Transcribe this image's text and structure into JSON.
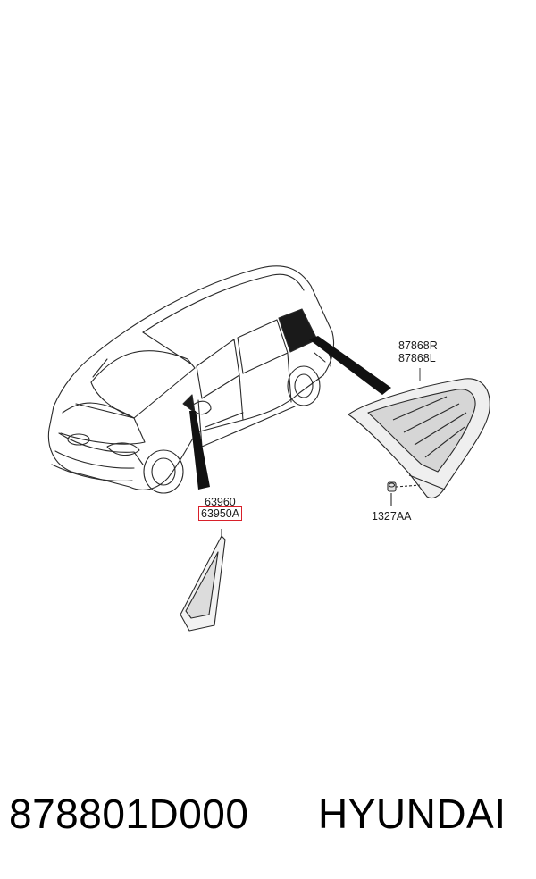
{
  "callouts": {
    "upper_left": "63960",
    "lower_left": "63950A",
    "rear_r": "87868R",
    "rear_l": "87868L",
    "clip": "1327AA"
  },
  "highlight_color": "#d8202a",
  "footer": {
    "part_number": "878801D000",
    "brand": "HYUNDAI"
  }
}
